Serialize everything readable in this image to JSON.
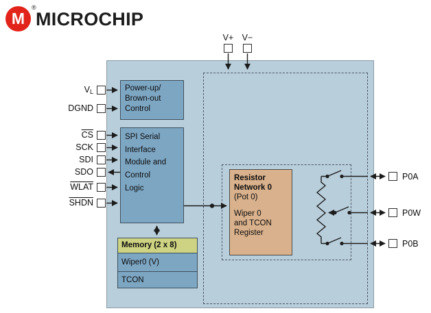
{
  "logo": {
    "brand": "MICROCHIP",
    "reg": "®"
  },
  "colors": {
    "diagram_bg": "#b8cedb",
    "block": "#7da6c3",
    "memory_header": "#cdd382",
    "resnet": "#d9b18c",
    "logo_red": "#e2231a"
  },
  "top_pins": [
    {
      "label": "V+"
    },
    {
      "label": "V−"
    }
  ],
  "left_pins": [
    {
      "text": "V",
      "sub": "L"
    },
    {
      "text": "DGND"
    },
    {
      "text": "CS"
    },
    {
      "text": "SCK"
    },
    {
      "text": "SDI"
    },
    {
      "text": "SDO"
    },
    {
      "text": "WLAT"
    },
    {
      "text": "SHDN"
    }
  ],
  "right_pins": [
    {
      "label": "P0A"
    },
    {
      "label": "P0W"
    },
    {
      "label": "P0B"
    }
  ],
  "blocks": {
    "power": {
      "label": "Power-up/\nBrown-out\nControl"
    },
    "spi": {
      "label": "SPI Serial\nInterface\nModule and\nControl\nLogic"
    },
    "memory": {
      "header": "Memory (2 x 8)",
      "row1": "Wiper0 (V)",
      "row2": "TCON"
    },
    "resnet": {
      "title": "Resistor\nNetwork 0",
      "sub": "(Pot 0)",
      "body": "Wiper 0\nand TCON\nRegister"
    }
  }
}
